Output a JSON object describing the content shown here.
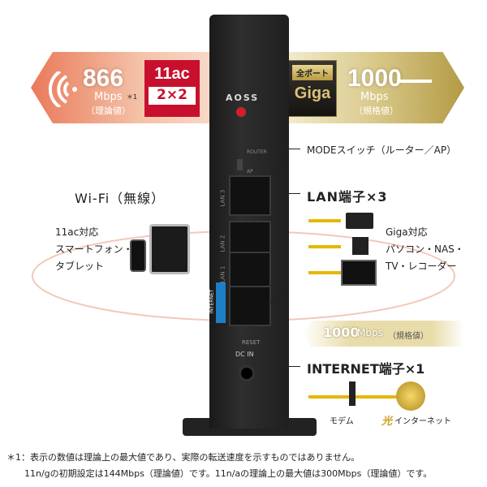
{
  "wifi_banner": {
    "speed": "866",
    "unit": "Mbps",
    "note_mark": "＊1",
    "qualifier": "（理論値）",
    "standard": "11ac",
    "streams": "2×2"
  },
  "lan_banner": {
    "badge_top": "全ポート",
    "badge_bottom": "Giga",
    "speed": "1000",
    "unit": "Mbps",
    "qualifier": "（規格値）"
  },
  "router": {
    "aoss": "AOSS",
    "mode_router": "ROUTER",
    "mode_ap": "AP",
    "lan_ports": [
      "LAN 3",
      "LAN 2",
      "LAN 1"
    ],
    "internet_port": "INTERNET",
    "reset": "RESET",
    "dc_in": "DC IN"
  },
  "labels": {
    "mode_switch": "MODEスイッチ（ルーター／AP）",
    "lan": "LAN端子×3",
    "wifi": "Wi-Fi（無線）",
    "wifi_devices": [
      "11ac対応",
      "スマートフォン・",
      "タブレット"
    ],
    "lan_devices": [
      "Giga対応",
      "パソコン・NAS・",
      "TV・レコーダー"
    ],
    "internet_speed": "1000",
    "internet_speed_unit": "Mbps",
    "internet_speed_qualifier": "（規格値）",
    "internet": "INTERNET端子×1",
    "modem": "モデム",
    "hikari_mark": "光",
    "hikari_text": "インターネット"
  },
  "footnote": [
    "＊1：表示の数値は理論上の最大値であり、実際の転送速度を示すものではありません。",
    "11n/gの初期設定は144Mbps（理論値）です。11n/aの理論上の最大値は300Mbps（理論値）です。"
  ],
  "colors": {
    "wifi_accent": "#c8102e",
    "gold": "#b39a45",
    "internet_blue": "#1e7fc8"
  }
}
